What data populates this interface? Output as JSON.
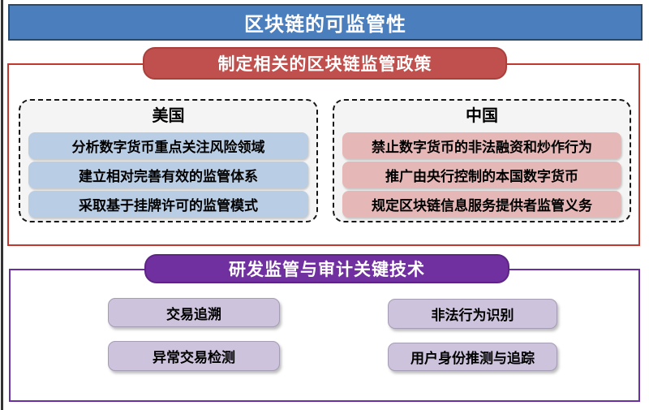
{
  "title": "区块链的可监管性",
  "policy": {
    "header": "制定相关的区块链监管政策",
    "usa": {
      "title": "美国",
      "items": [
        "分析数字货币重点关注风险领域",
        "建立相对完善有效的监管体系",
        "采取基于挂牌许可的监管模式"
      ]
    },
    "china": {
      "title": "中国",
      "items": [
        "禁止数字货币的非法融资和炒作行为",
        "推广由央行控制的本国数字货币",
        "规定区块链信息服务提供者监管义务"
      ]
    }
  },
  "tech": {
    "header": "研发监管与审计关键技术",
    "items": [
      "交易追溯",
      "非法行为识别",
      "异常交易检测",
      "用户身份推测与追踪"
    ]
  },
  "colors": {
    "title_fill": "#4b7ebd",
    "title_border": "#27496f",
    "policy_frame_border": "#c0392f",
    "policy_fill": "#c0504d",
    "policy_border": "#aa403c",
    "tech_fill": "#7030a0",
    "tech_pill_border": "#5d2486",
    "tech_border": "#6a2fa0",
    "usa_item_fill": "#b9cde4",
    "china_item_fill": "#e5b8b7",
    "tech_item_fill": "#cec3dd",
    "group_box_fill": "#f4f4f4"
  }
}
